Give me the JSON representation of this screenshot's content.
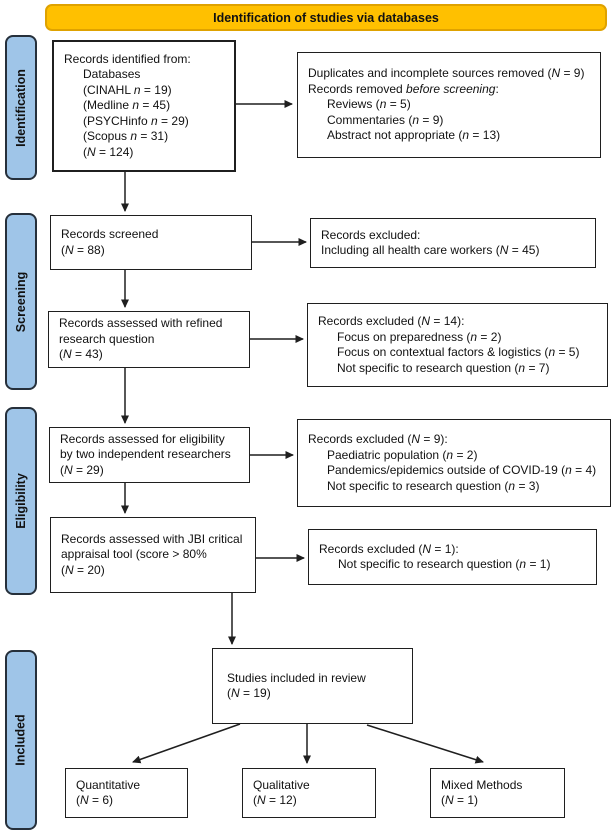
{
  "header": {
    "title": "Identification of studies via databases"
  },
  "colors": {
    "header_bg": "#FFC000",
    "header_border": "#DFA200",
    "stage_bg": "#9FC5E8",
    "stage_border": "#26303B",
    "box_border": "#1F1F1F",
    "arrow": "#1F1F1F"
  },
  "stages": [
    {
      "label": "Identification"
    },
    {
      "label": "Screening"
    },
    {
      "label": "Eligibility"
    },
    {
      "label": "Included"
    }
  ],
  "boxes": {
    "identified": {
      "lines": [
        "Records identified from:",
        "Databases",
        "(CINAHL *n* = 19)",
        "(Medline *n* = 45)",
        "(PSYCHinfo *n* = 29)",
        "(Scopus *n* = 31)",
        "(*N* = 124)"
      ]
    },
    "duplicates_removed": {
      "lines": [
        "Duplicates and incomplete sources removed (*N* = 9)",
        "Records removed *before screening*:",
        "Reviews (*n* = 5)",
        "Commentaries (*n* = 9)",
        "Abstract not appropriate (*n* = 13)"
      ]
    },
    "screened": {
      "lines": [
        "Records screened",
        "(*N* = 88)"
      ]
    },
    "excluded_screening": {
      "lines": [
        "Records excluded:",
        "Including all health care workers (*N* = 45)"
      ]
    },
    "refined_question": {
      "lines": [
        "Records assessed with refined",
        "research question",
        "(*N* = 43)"
      ]
    },
    "excluded_refined": {
      "lines": [
        "Records excluded (*N* = 14):",
        "Focus on preparedness (*n* = 2)",
        "Focus on contextual factors & logistics (*n* = 5)",
        "Not specific to research question (*n* = 7)"
      ]
    },
    "eligibility": {
      "lines": [
        "Records assessed for eligibility",
        "by two independent researchers",
        "(*N* = 29)"
      ]
    },
    "excluded_eligibility": {
      "lines": [
        "Records excluded  (*N* = 9):",
        "Paediatric population (*n* = 2)",
        "Pandemics/epidemics outside of COVID-19 (*n* = 4)",
        "Not specific to research question (*n* = 3)"
      ]
    },
    "jbi_appraisal": {
      "lines": [
        "Records assessed with JBI critical",
        "appraisal tool (score > 80%",
        "(*N* = 20)"
      ]
    },
    "excluded_jbi": {
      "lines": [
        "Records excluded (*N* = 1):",
        "Not specific to research question (*n* = 1)"
      ]
    },
    "included_review": {
      "lines": [
        "Studies included in review",
        "(*N* = 19)"
      ]
    },
    "quantitative": {
      "lines": [
        "Quantitative",
        "(*N* = 6)"
      ]
    },
    "qualitative": {
      "lines": [
        "Qualitative",
        "(*N* = 12)"
      ]
    },
    "mixed_methods": {
      "lines": [
        "Mixed Methods",
        "(*N* = 1)"
      ]
    }
  }
}
